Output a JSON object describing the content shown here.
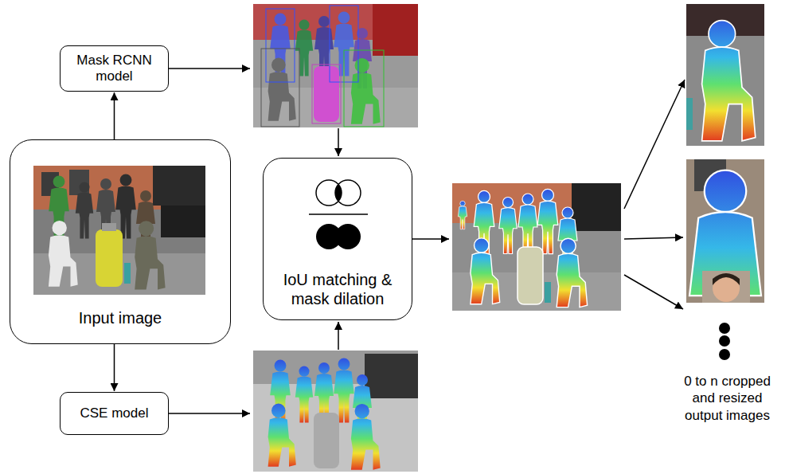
{
  "diagram": {
    "nodes": [
      {
        "text": [
          "Mask RCNN model"
        ]
      },
      {
        "text": [
          "Input image"
        ]
      },
      {
        "text": [
          "CSE model"
        ]
      },
      {
        "text": [
          "IoU matching & mask dilation"
        ]
      }
    ],
    "edges": [
      {
        "from": 1,
        "to": 0,
        "arrow": "to"
      },
      {
        "from": 1,
        "to": 2,
        "arrow": "to"
      }
    ],
    "labels": [
      "0 to n cropped and resized output images"
    ]
  }
}
